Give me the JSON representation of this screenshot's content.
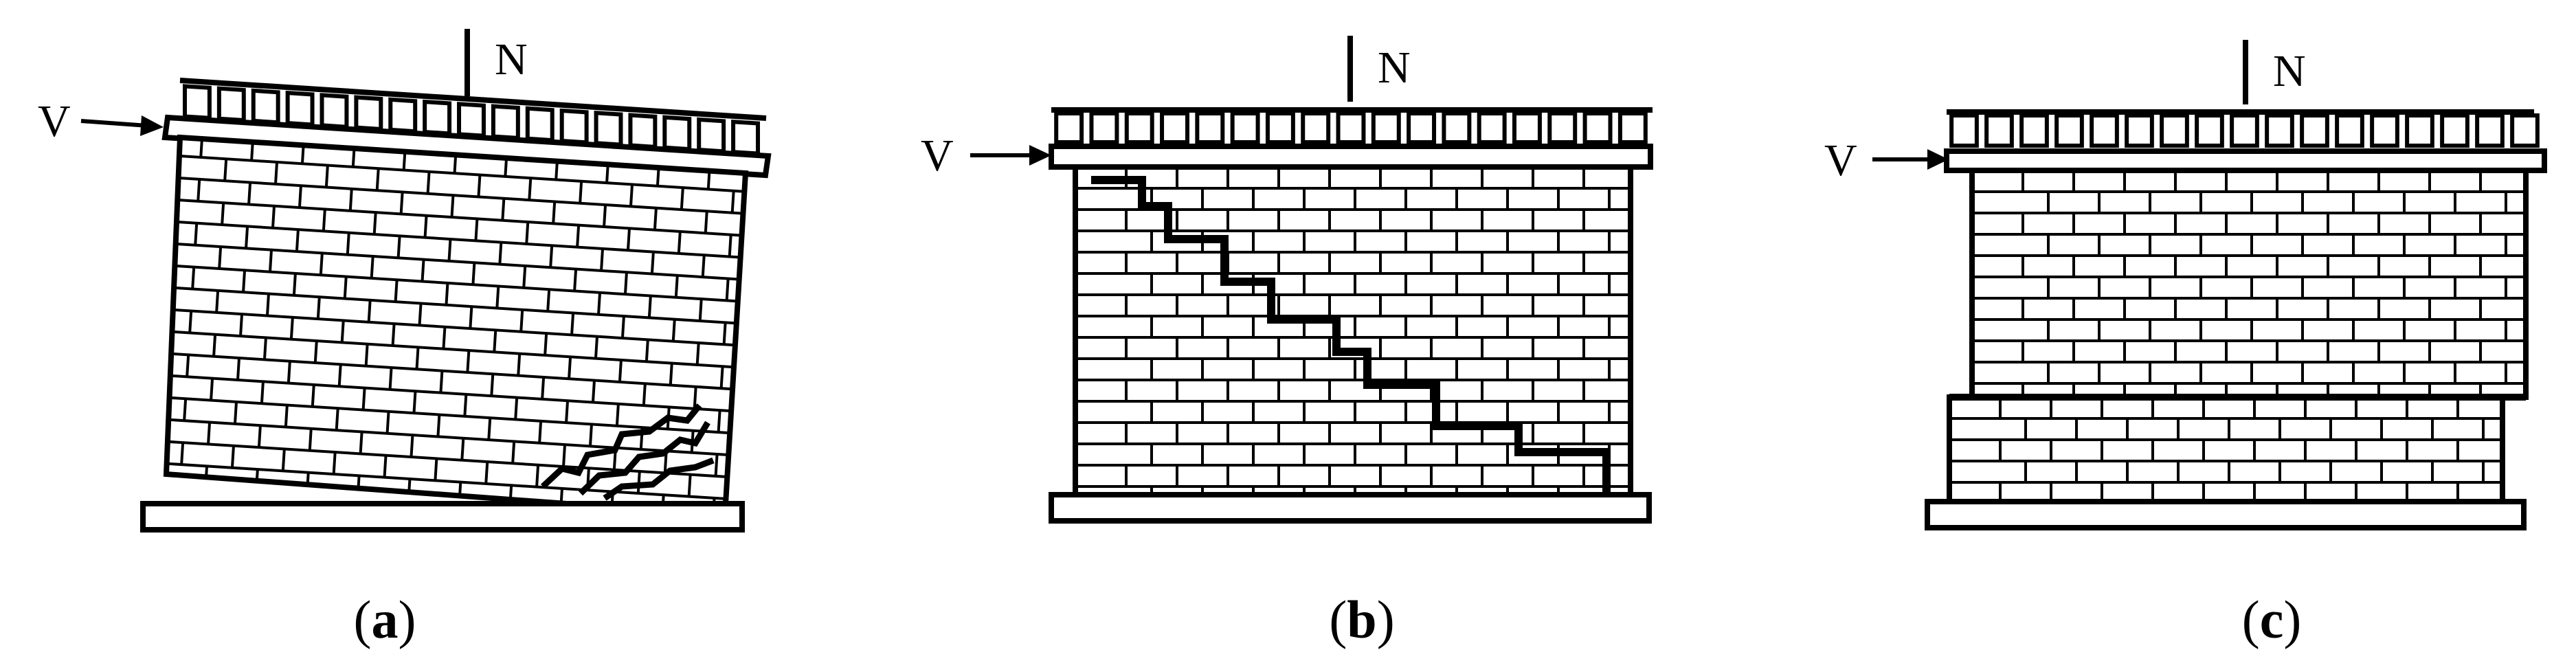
{
  "figure": {
    "panels": [
      {
        "id": "a",
        "caption": "a",
        "labels": {
          "axial": "N",
          "shear": "V"
        },
        "failure_mode": "rocking with toe crushing"
      },
      {
        "id": "b",
        "caption": "b",
        "labels": {
          "axial": "N",
          "shear": "V"
        },
        "failure_mode": "diagonal stair-step crack"
      },
      {
        "id": "c",
        "caption": "c",
        "labels": {
          "axial": "N",
          "shear": "V"
        },
        "failure_mode": "bed-joint sliding"
      }
    ],
    "colors": {
      "line": "#000000",
      "background": "#ffffff"
    }
  }
}
